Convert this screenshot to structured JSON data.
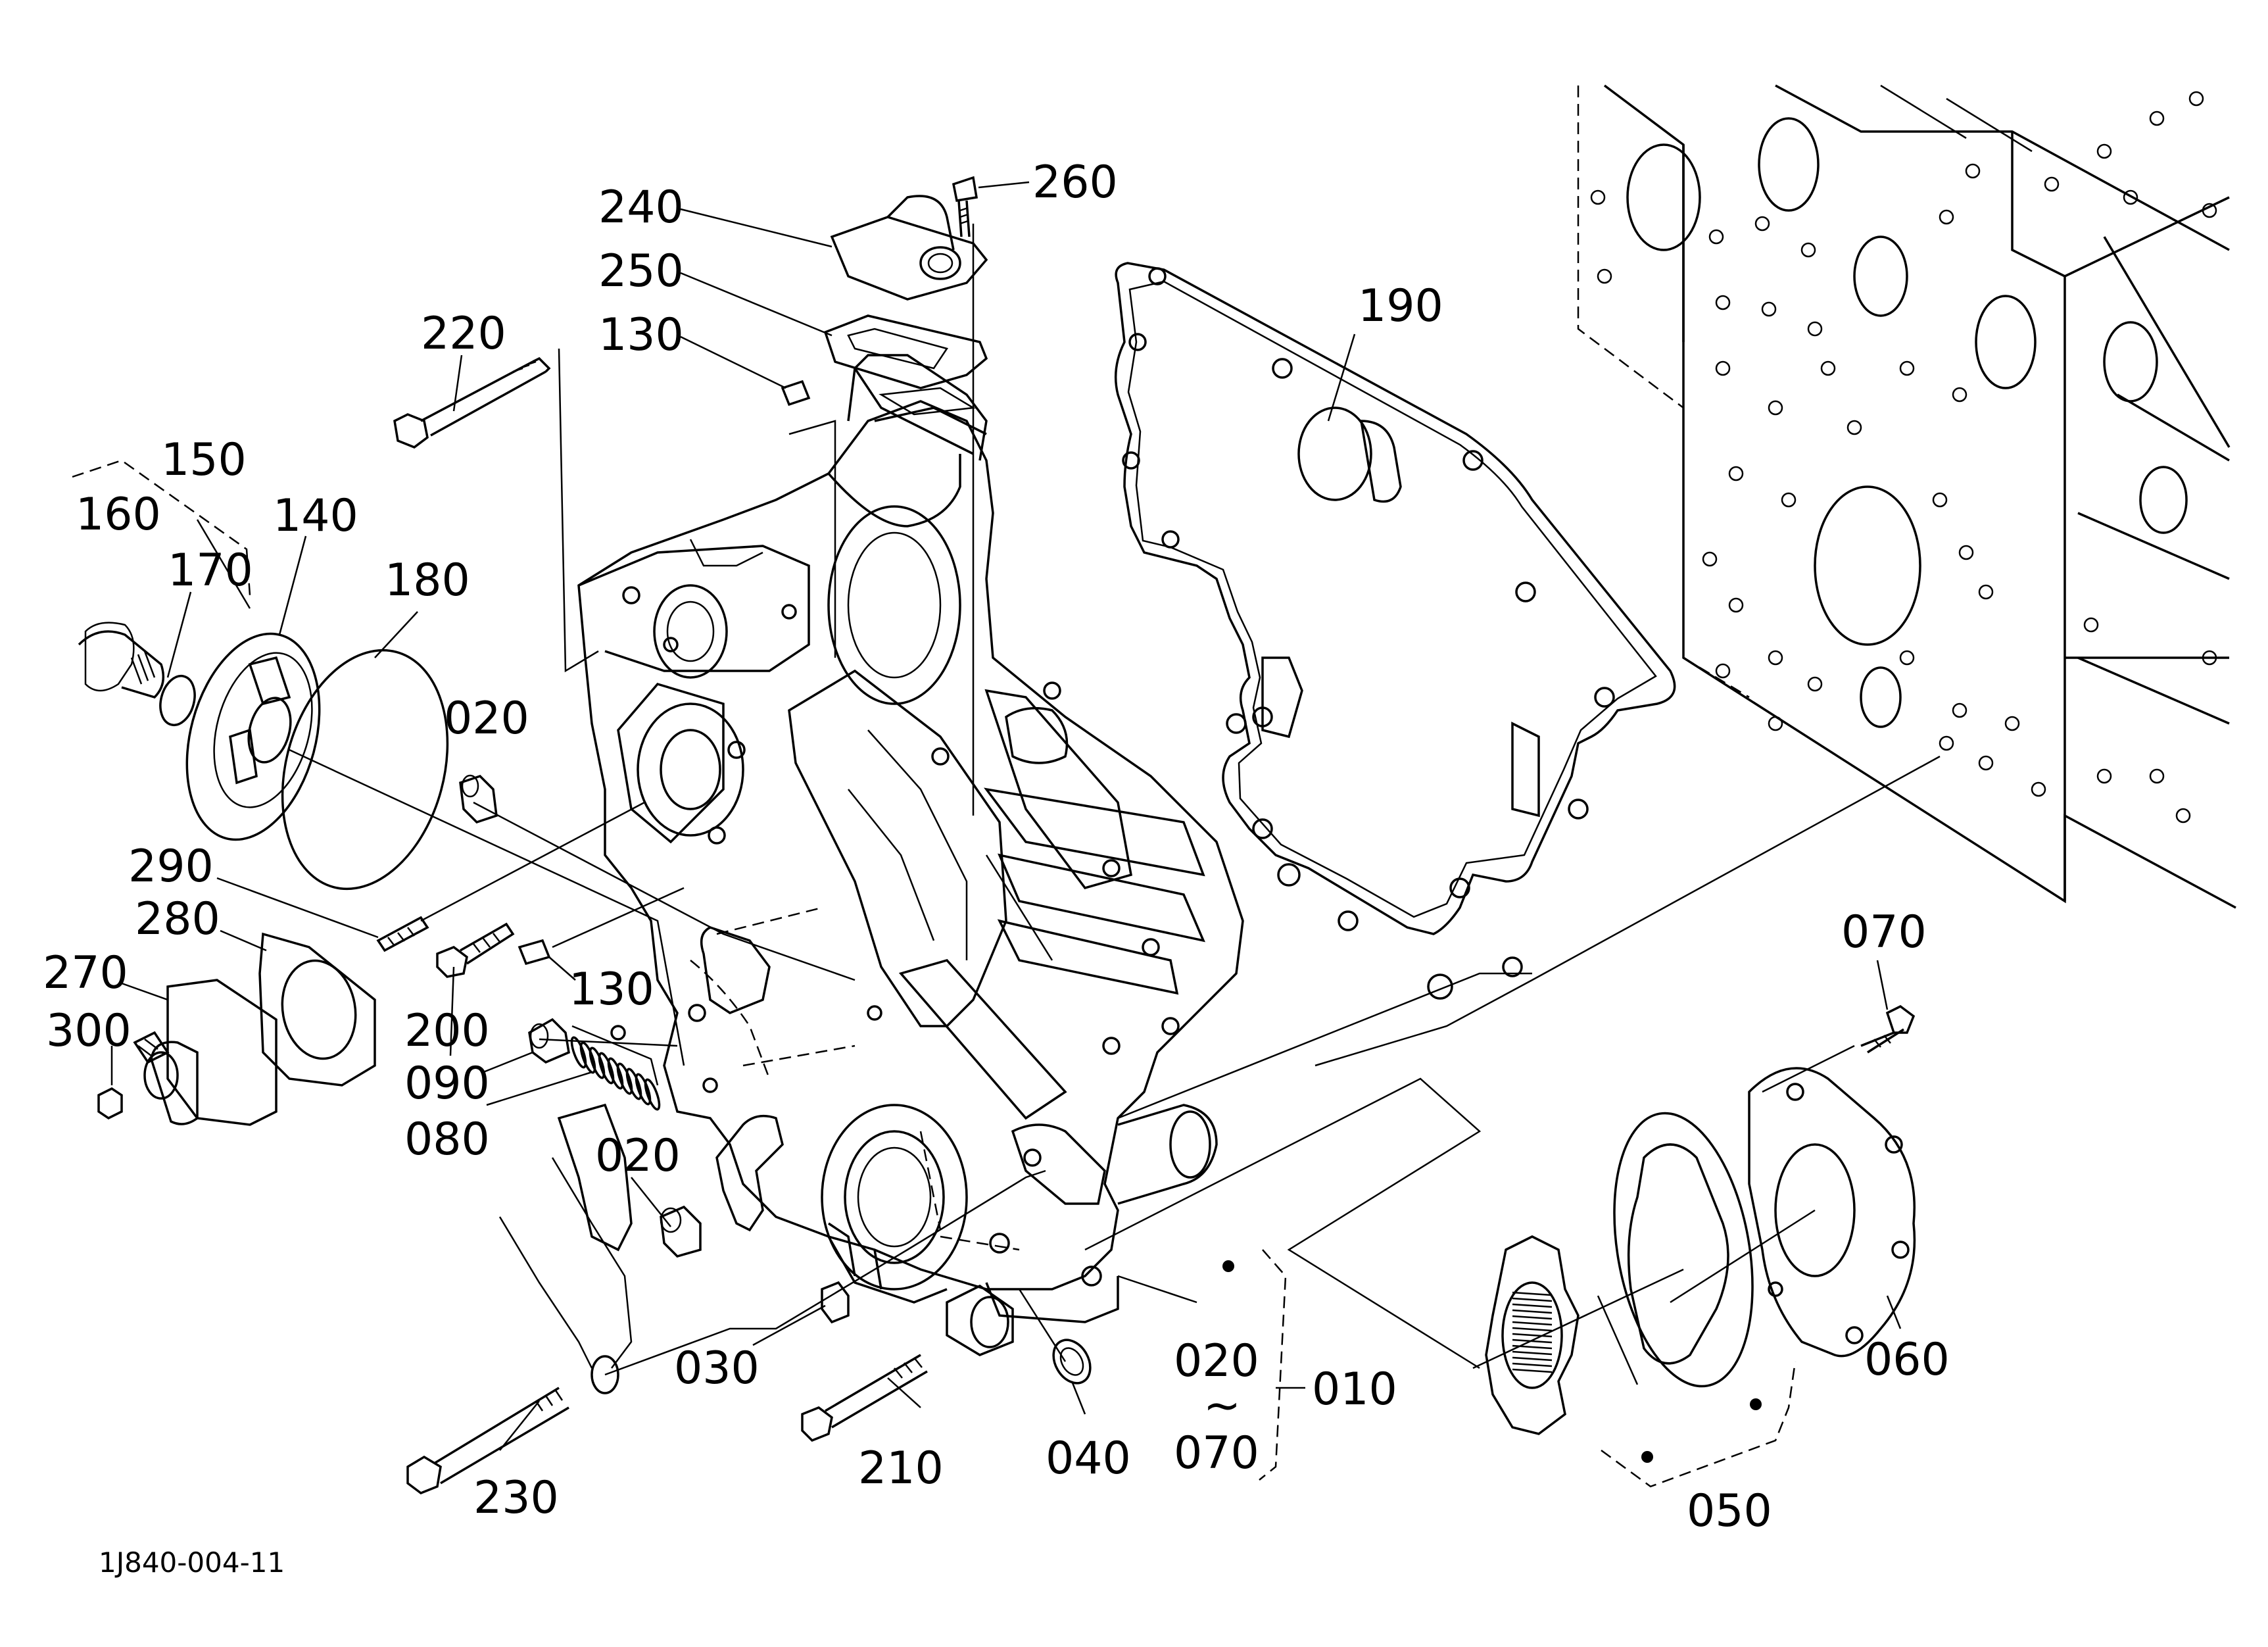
{
  "drawing_id": "1J840-004-11",
  "parts": [
    {
      "ref": "010"
    },
    {
      "ref": "020"
    },
    {
      "ref": "020"
    },
    {
      "ref": "020"
    },
    {
      "ref": "030"
    },
    {
      "ref": "040"
    },
    {
      "ref": "050"
    },
    {
      "ref": "060"
    },
    {
      "ref": "070"
    },
    {
      "ref": "070"
    },
    {
      "ref": "080"
    },
    {
      "ref": "090"
    },
    {
      "ref": "130"
    },
    {
      "ref": "130"
    },
    {
      "ref": "140"
    },
    {
      "ref": "150"
    },
    {
      "ref": "160"
    },
    {
      "ref": "170"
    },
    {
      "ref": "180"
    },
    {
      "ref": "190"
    },
    {
      "ref": "200"
    },
    {
      "ref": "210"
    },
    {
      "ref": "220"
    },
    {
      "ref": "230"
    },
    {
      "ref": "240"
    },
    {
      "ref": "250"
    },
    {
      "ref": "260"
    },
    {
      "ref": "270"
    },
    {
      "ref": "280"
    },
    {
      "ref": "290"
    },
    {
      "ref": "300"
    }
  ],
  "range_separator": "~"
}
